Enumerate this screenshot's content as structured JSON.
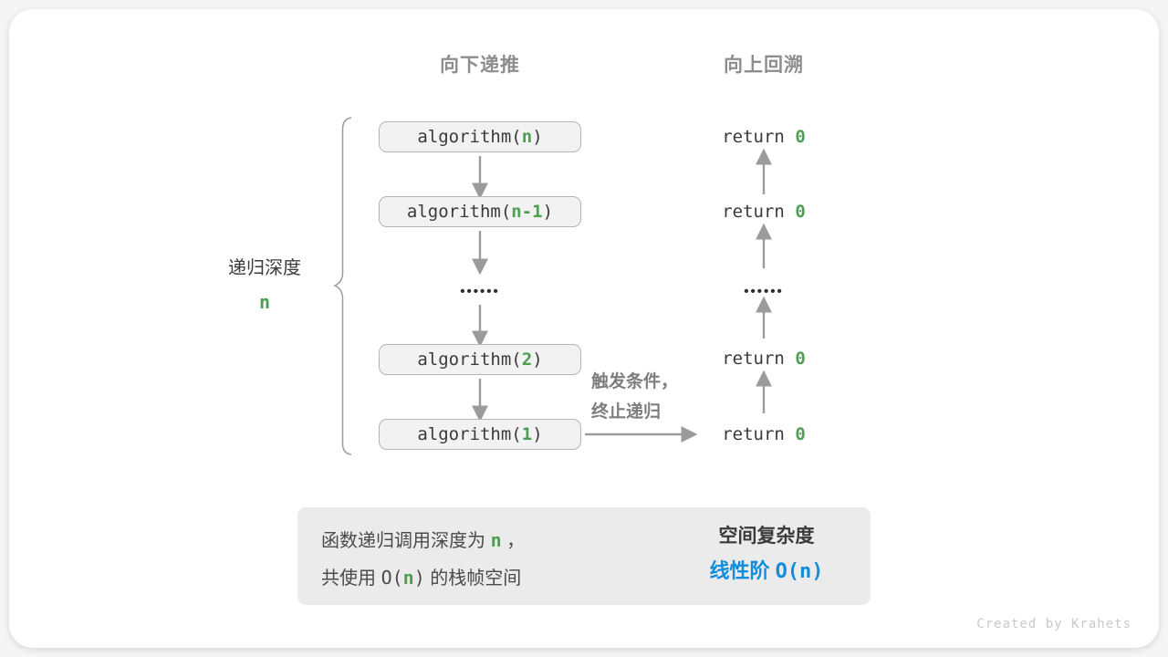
{
  "colors": {
    "green": "#4d9e52",
    "blue": "#118ddb",
    "arrow": "#9b9b9b"
  },
  "headers": {
    "downward": "向下递推",
    "upward": "向上回溯"
  },
  "depth_label": {
    "text": "递归深度",
    "value": "n"
  },
  "calls": [
    {
      "prefix": "algorithm(",
      "arg": "n",
      "suffix": ")"
    },
    {
      "prefix": "algorithm(",
      "arg": "n-1",
      "suffix": ")"
    },
    {
      "prefix": "algorithm(",
      "arg": "2",
      "suffix": ")"
    },
    {
      "prefix": "algorithm(",
      "arg": "1",
      "suffix": ")"
    }
  ],
  "returns": [
    {
      "prefix": "return ",
      "value": "0"
    },
    {
      "prefix": "return ",
      "value": "0"
    },
    {
      "prefix": "return ",
      "value": "0"
    },
    {
      "prefix": "return ",
      "value": "0"
    }
  ],
  "ellipsis": "••••••",
  "trigger_note": {
    "line1": "触发条件，",
    "line2": "终止递归"
  },
  "summary": {
    "line1_pre": "函数递归调用深度为 ",
    "line1_var": "n",
    "line1_post": " ，",
    "line2_pre": "共使用 ",
    "line2_open": "O(",
    "line2_var": "n",
    "line2_close": ")",
    "line2_post": " 的栈帧空间",
    "result_title": "空间复杂度",
    "result_label": "线性阶 ",
    "result_value": "O(n)"
  },
  "watermark": "Created by Krahets"
}
